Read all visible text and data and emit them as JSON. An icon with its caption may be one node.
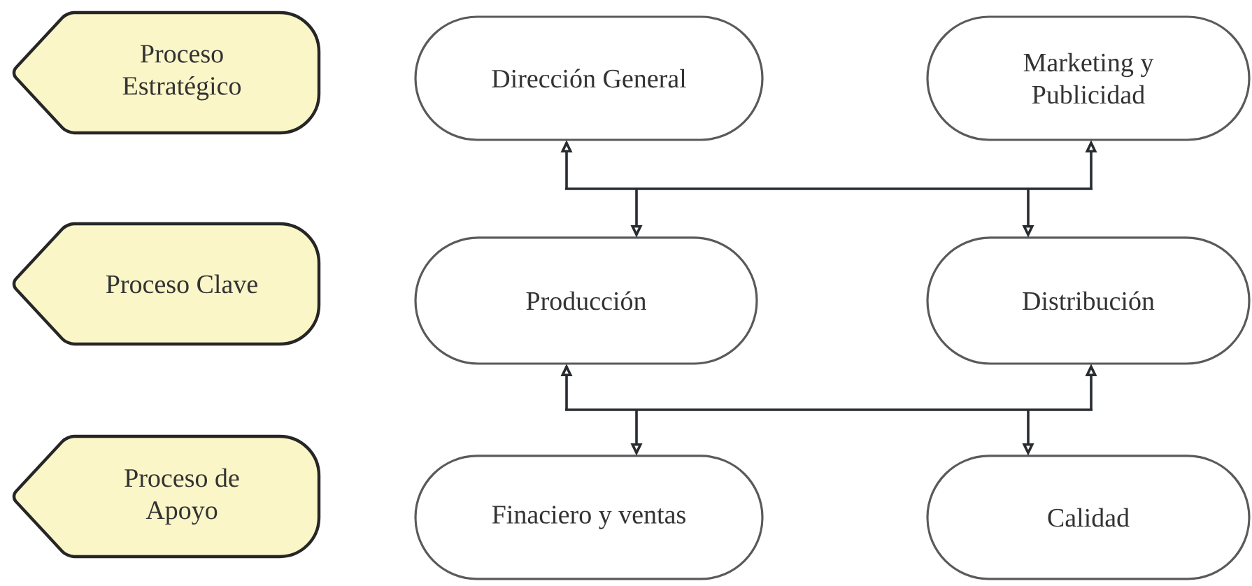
{
  "diagram": {
    "nodes": [
      {
        "text": [
          "Proceso Estratégico"
        ]
      },
      {
        "text": [
          "Dirección General"
        ]
      },
      {
        "text": [
          "Marketing y Publicidad"
        ]
      },
      {
        "text": [
          "Proceso Clave"
        ]
      },
      {
        "text": [
          "Producción"
        ]
      },
      {
        "text": [
          "Distribución"
        ]
      },
      {
        "text": [
          "Proceso de Apoyo"
        ]
      },
      {
        "text": [
          "Finaciero y ventas"
        ]
      },
      {
        "text": [
          "Calidad"
        ]
      }
    ],
    "edges": [
      {
        "from": 1,
        "to": 4,
        "arrow": "both"
      },
      {
        "from": 1,
        "to": 5,
        "arrow": "both"
      },
      {
        "from": 2,
        "to": 4,
        "arrow": "both"
      },
      {
        "from": 2,
        "to": 5,
        "arrow": "both"
      },
      {
        "from": 4,
        "to": 7,
        "arrow": "both"
      },
      {
        "from": 4,
        "to": 8,
        "arrow": "both"
      },
      {
        "from": 5,
        "to": 7,
        "arrow": "both"
      },
      {
        "from": 5,
        "to": 8,
        "arrow": "both"
      }
    ]
  }
}
